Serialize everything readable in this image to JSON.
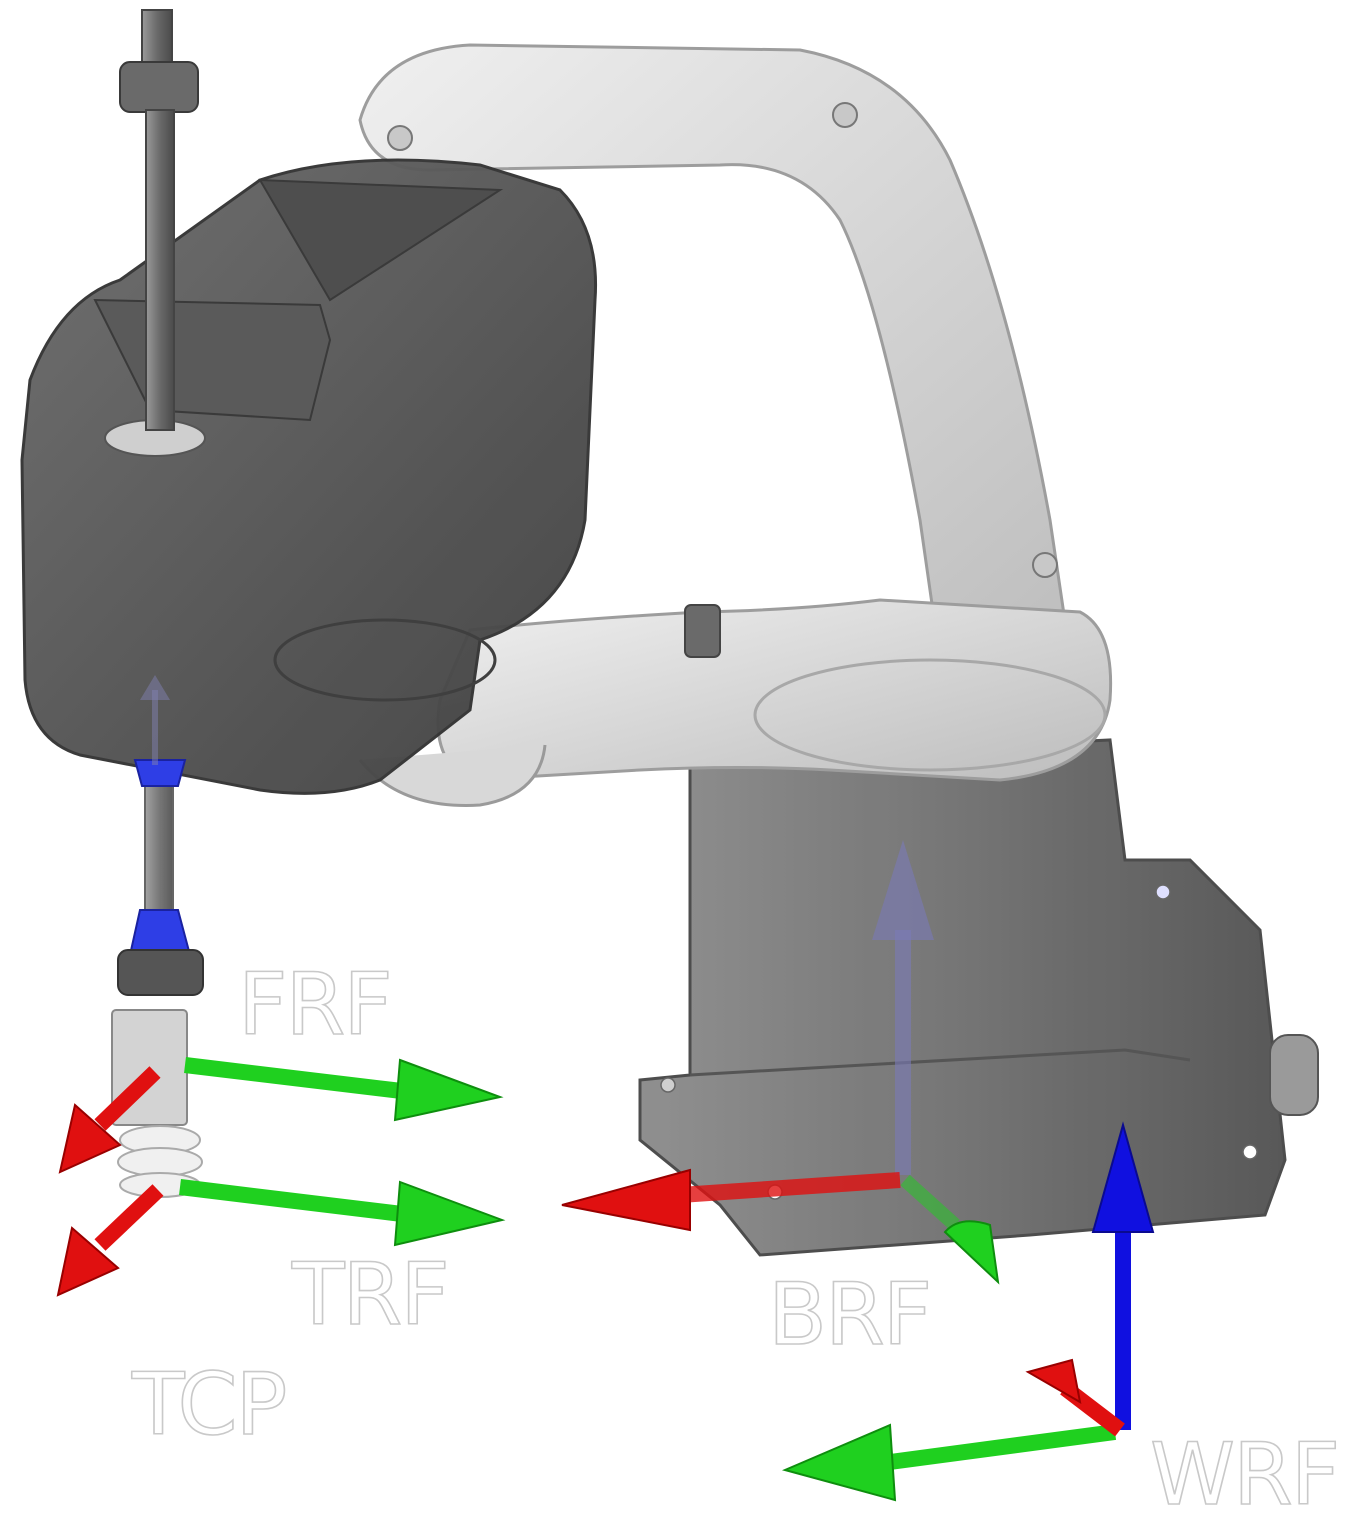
{
  "labels": {
    "fre": "FRF",
    "tre": "TRF",
    "tcp": "TCP",
    "bre": "BRF",
    "wre": "WRF"
  },
  "colors": {
    "x_axis": "#e01010",
    "y_axis": "#1fd01f",
    "z_axis": "#1010e0",
    "body_dark": "#505050",
    "arm_light": "#dcdcdc"
  }
}
